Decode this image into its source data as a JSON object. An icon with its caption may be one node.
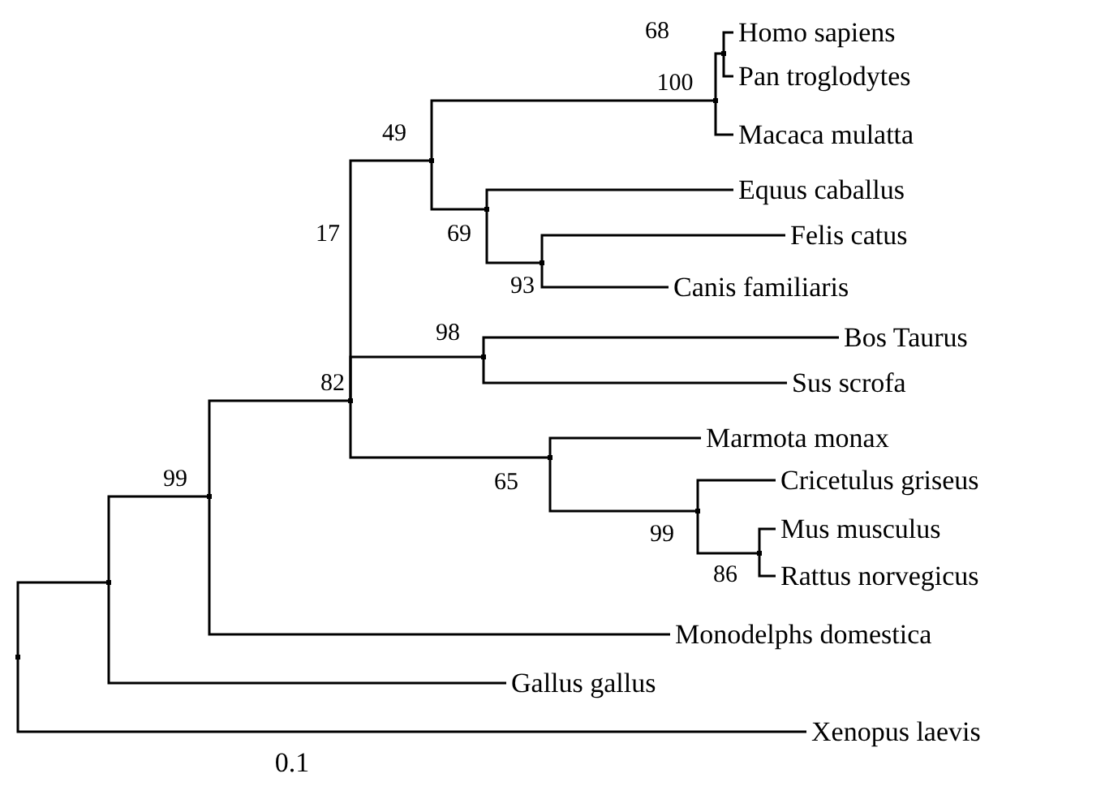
{
  "diagram": {
    "nodes": [
      {
        "text": [],
        "shape": "point"
      },
      {
        "text": [],
        "shape": "point"
      },
      {
        "text": [],
        "shape": "point",
        "beside": [
          "99"
        ]
      },
      {
        "text": [],
        "shape": "point",
        "beside": [
          "82"
        ]
      },
      {
        "text": [],
        "shape": "point",
        "beside": [
          "49"
        ]
      },
      {
        "text": [],
        "shape": "point",
        "beside": [
          "100"
        ]
      },
      {
        "text": [],
        "shape": "point",
        "beside": [
          "68"
        ]
      },
      {
        "text": [],
        "shape": "point",
        "beside": [
          "69"
        ]
      },
      {
        "text": [],
        "shape": "point",
        "beside": [
          "93"
        ]
      },
      {
        "text": [],
        "shape": "point",
        "beside": [
          "98"
        ]
      },
      {
        "text": [],
        "shape": "point",
        "beside": [
          "65"
        ]
      },
      {
        "text": [],
        "shape": "point",
        "beside": [
          "99"
        ]
      },
      {
        "text": [],
        "shape": "point",
        "beside": [
          "86"
        ]
      },
      {
        "text": [
          "Homo sapiens"
        ]
      },
      {
        "text": [
          "Pan troglodytes"
        ]
      },
      {
        "text": [
          "Macaca mulatta"
        ]
      },
      {
        "text": [
          "Equus caballus"
        ]
      },
      {
        "text": [
          "Felis catus"
        ]
      },
      {
        "text": [
          "Canis familiaris"
        ]
      },
      {
        "text": [
          "Bos Taurus"
        ]
      },
      {
        "text": [
          "Sus scrofa"
        ]
      },
      {
        "text": [
          "Marmota monax"
        ]
      },
      {
        "text": [
          "Cricetulus griseus"
        ]
      },
      {
        "text": [
          "Mus musculus"
        ]
      },
      {
        "text": [
          "Rattus norvegicus"
        ]
      },
      {
        "text": [
          "Monodelphs domestica"
        ]
      },
      {
        "text": [
          "Gallus gallus"
        ]
      },
      {
        "text": [
          "Xenopus laevis"
        ]
      }
    ],
    "edges": [
      {
        "from": 0,
        "to": 1,
        "arrow": "none"
      },
      {
        "from": 0,
        "to": 27,
        "arrow": "none"
      },
      {
        "from": 1,
        "to": 2,
        "arrow": "none"
      },
      {
        "from": 1,
        "to": 26,
        "arrow": "none"
      },
      {
        "from": 2,
        "to": 3,
        "arrow": "none"
      },
      {
        "from": 2,
        "to": 25,
        "arrow": "none"
      },
      {
        "from": 3,
        "to": 4,
        "arrow": "none"
      },
      {
        "from": 3,
        "to": 9,
        "arrow": "none"
      },
      {
        "from": 3,
        "to": 10,
        "arrow": "none"
      },
      {
        "from": 4,
        "to": 5,
        "arrow": "none"
      },
      {
        "from": 4,
        "to": 7,
        "arrow": "none"
      },
      {
        "from": 5,
        "to": 6,
        "arrow": "none"
      },
      {
        "from": 5,
        "to": 15,
        "arrow": "none"
      },
      {
        "from": 6,
        "to": 13,
        "arrow": "none"
      },
      {
        "from": 6,
        "to": 14,
        "arrow": "none"
      },
      {
        "from": 7,
        "to": 16,
        "arrow": "none"
      },
      {
        "from": 7,
        "to": 8,
        "arrow": "none"
      },
      {
        "from": 8,
        "to": 17,
        "arrow": "none"
      },
      {
        "from": 8,
        "to": 18,
        "arrow": "none"
      },
      {
        "from": 9,
        "to": 19,
        "arrow": "none"
      },
      {
        "from": 9,
        "to": 20,
        "arrow": "none"
      },
      {
        "from": 10,
        "to": 21,
        "arrow": "none"
      },
      {
        "from": 10,
        "to": 11,
        "arrow": "none"
      },
      {
        "from": 11,
        "to": 22,
        "arrow": "none"
      },
      {
        "from": 11,
        "to": 12,
        "arrow": "none"
      },
      {
        "from": 12,
        "to": 23,
        "arrow": "none"
      },
      {
        "from": 12,
        "to": 24,
        "arrow": "none"
      }
    ],
    "labels": [
      "17",
      "0.1"
    ]
  }
}
